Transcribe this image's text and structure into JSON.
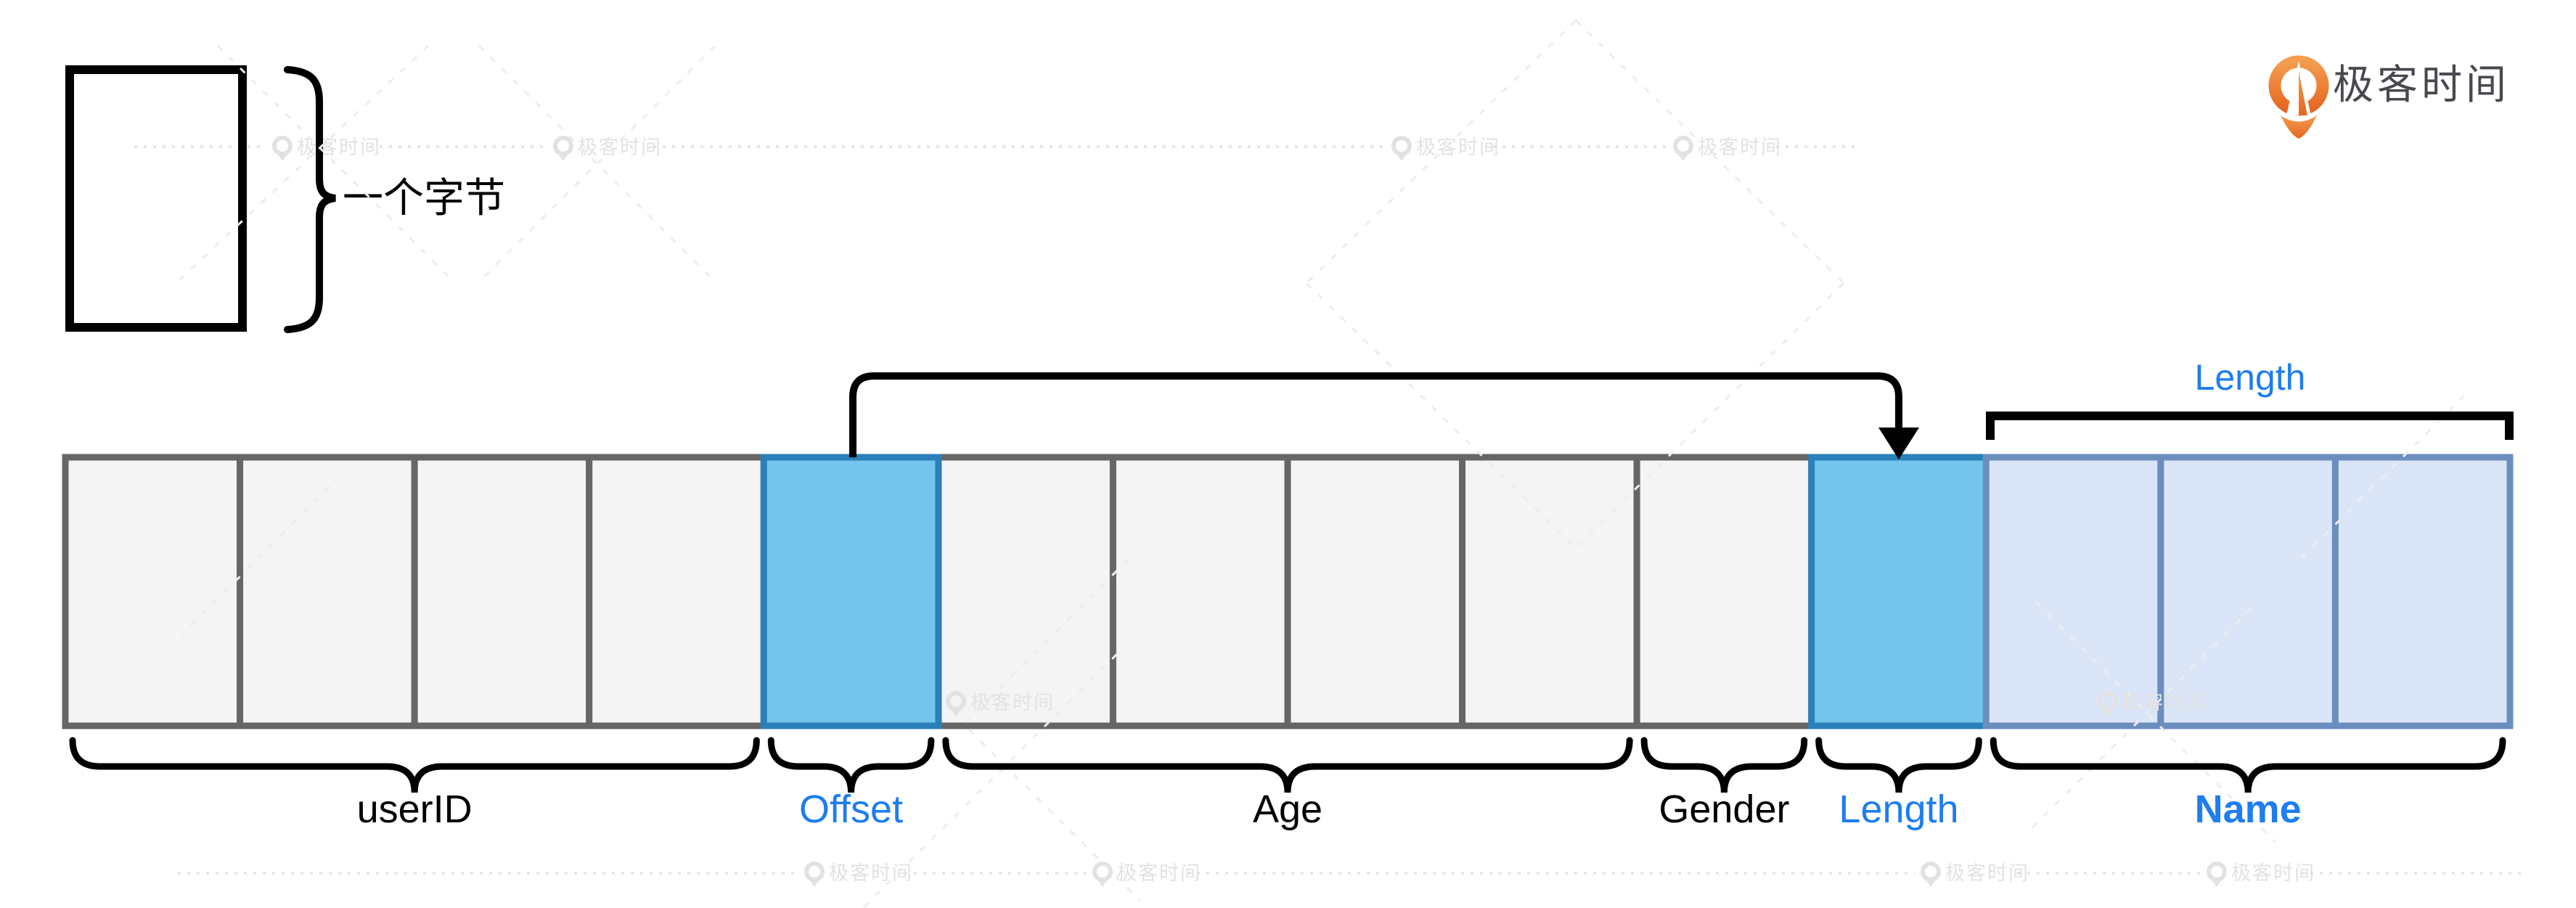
{
  "page": {
    "background": "#ffffff"
  },
  "brand": {
    "name": "极客时间"
  },
  "legend": {
    "label": "一个字节"
  },
  "byte_row": {
    "total_cells": 14,
    "fields": [
      {
        "label": "userID",
        "cells": 4,
        "style": "gray",
        "label_color": "#000000",
        "label_bold": false
      },
      {
        "label": "Offset",
        "cells": 1,
        "style": "highlight",
        "label_color": "#1e7df0",
        "label_bold": false
      },
      {
        "label": "Age",
        "cells": 4,
        "style": "gray",
        "label_color": "#000000",
        "label_bold": false
      },
      {
        "label": "Gender",
        "cells": 1,
        "style": "gray",
        "label_color": "#000000",
        "label_bold": false
      },
      {
        "label": "Length",
        "cells": 1,
        "style": "highlight",
        "label_color": "#1e7df0",
        "label_bold": false
      },
      {
        "label": "Name",
        "cells": 3,
        "style": "light",
        "label_color": "#1e7df0",
        "label_bold": true
      }
    ]
  },
  "top_bracket": {
    "label": "Length",
    "label_color": "#1e7df0",
    "over_field": "Name"
  },
  "arrow": {
    "from_field": "Offset",
    "to_field": "Length"
  },
  "watermark": {
    "text": "极客时间"
  },
  "colors": {
    "cell_gray_fill": "#f4f4f4",
    "cell_gray_stroke": "#666666",
    "cell_highlight_fill": "#73c5ee",
    "cell_highlight_stroke": "#2b80b9",
    "cell_light_fill": "#dae5f8",
    "cell_light_stroke": "#6c8ebf",
    "accent_blue": "#1e7df0",
    "ink_black": "#000000",
    "logo_orange_top": "#f49d4f",
    "logo_orange_bottom": "#e56722",
    "logo_text_gray": "#47494f",
    "watermark_gray": "#e2e2e2",
    "watermark_line": "#e6e6e6"
  }
}
